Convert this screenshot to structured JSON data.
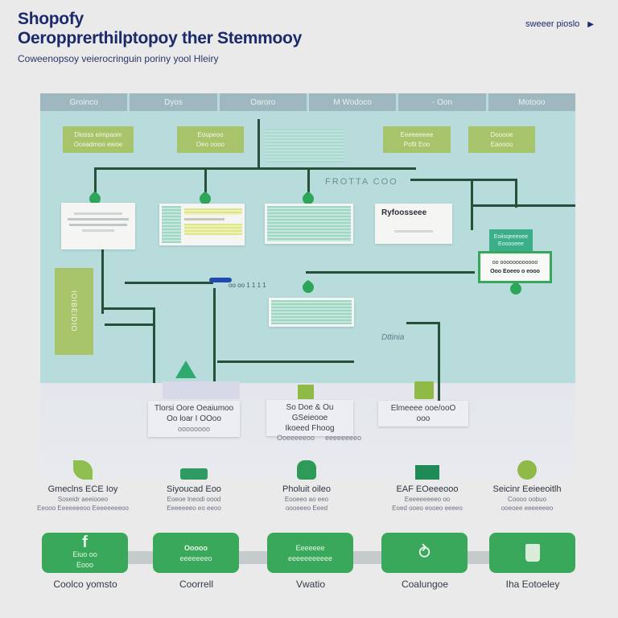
{
  "header": {
    "brand": "Shopofy",
    "title": "Oeropprerthilptopoy ther Stemmooy",
    "subtitle": "Coweenopsoy veierocringuin poriny yool Hleiry",
    "top_link": "sweeer pioslo",
    "top_link_icon": "chevron-right-icon"
  },
  "tabs": [
    "Groinco",
    "Dyos",
    "Oaroro",
    "M Wodoco",
    "- Oon",
    "Motooo"
  ],
  "diagram": {
    "top_boxes": [
      {
        "line1": "Dlosss eimpaom",
        "line2": "Oceadmoo ewoe"
      },
      {
        "line1": "Eoupeoo",
        "line2": "Oeo oooo"
      },
      {
        "line1": "Eeeeeeeee",
        "line2": "Pofit Eoo"
      },
      {
        "line1": "Dooooe",
        "line2": "Eaoooo"
      }
    ],
    "map_label": "FROTTA COO",
    "callout_title": "Ryfoosseee",
    "pin_text": "oo oo 1 1 1 1",
    "map_place": "Dttinia",
    "side_label": "IOIBEIDIO",
    "teal_tag": {
      "line1": "Eoiisqeeeoee",
      "line2": "Eooooeee"
    },
    "green_card": {
      "line1": "oo oooooooooooo",
      "line2": "Ooo Eoeeo o eooo"
    },
    "lower_cards": [
      {
        "lines": [
          "Tlorsi Oore Oeaiumoo",
          "Oo loar I OOoo",
          "oooooooo"
        ]
      },
      {
        "lines": [
          "So Doe & Ou GSeieooe",
          "Ikoeed Fhoog"
        ]
      },
      {
        "lines": [
          "Elmeeee ooe/ooO ooo"
        ]
      }
    ],
    "lower_captions": [
      "Ooeeeeeoo",
      "eeeeeeeeo"
    ]
  },
  "features": [
    {
      "title": "Gmeclns ECE Ioy",
      "l1": "Soseidr  aeeiooeo",
      "l2": "Eeooo Eeeeeeeoo Eeeeeeeeoo",
      "icon": "leaf-icon"
    },
    {
      "title": "Siyoucad Eoo",
      "l1": "Eoeoe lneodi oood",
      "l2": "Eeeeeeeo eo eeoo",
      "icon": "ship-icon"
    },
    {
      "title": "Pholuit oileo",
      "l1": "Eooeeo ao eeo",
      "l2": "oooeeeo  Eeed",
      "icon": "plant-icon"
    },
    {
      "title": "EAF EOeeeooo",
      "l1": "Eeeeeeeeeo oo",
      "l2": "Eoed ooeo eooeo eeeeo",
      "icon": "cargo-icon"
    },
    {
      "title": "Seicinr Eeieeoitlh",
      "l1": "Coooo    oobuo",
      "l2": "ooeoee  eeeeeeeo",
      "icon": "gear-icon"
    }
  ],
  "bottom_steps": [
    {
      "btn_line1": "Eiuo oo",
      "btn_line2": "Eooo",
      "caption": "Coolco yomsto",
      "icon": "facebook-icon"
    },
    {
      "btn_line1": "Ooooo",
      "btn_line2": "eeeeeeeo",
      "caption": "Coorrell",
      "icon": "none"
    },
    {
      "btn_line1": "Eeeeeee",
      "btn_line2": "eeeeeeeeeee",
      "caption": "Vwatio",
      "icon": "none"
    },
    {
      "btn_line1": "",
      "btn_line2": "",
      "caption": "Coalungoe",
      "icon": "hook-icon"
    },
    {
      "btn_line1": "",
      "btn_line2": "",
      "caption": "Iha Eotoeley",
      "icon": "trash-icon"
    }
  ],
  "colors": {
    "brand_navy": "#1b2a6b",
    "map_teal": "#b8dcdc",
    "olive": "#a7c46a",
    "action_green": "#3aa85a",
    "line_dark_green": "#26503a"
  }
}
